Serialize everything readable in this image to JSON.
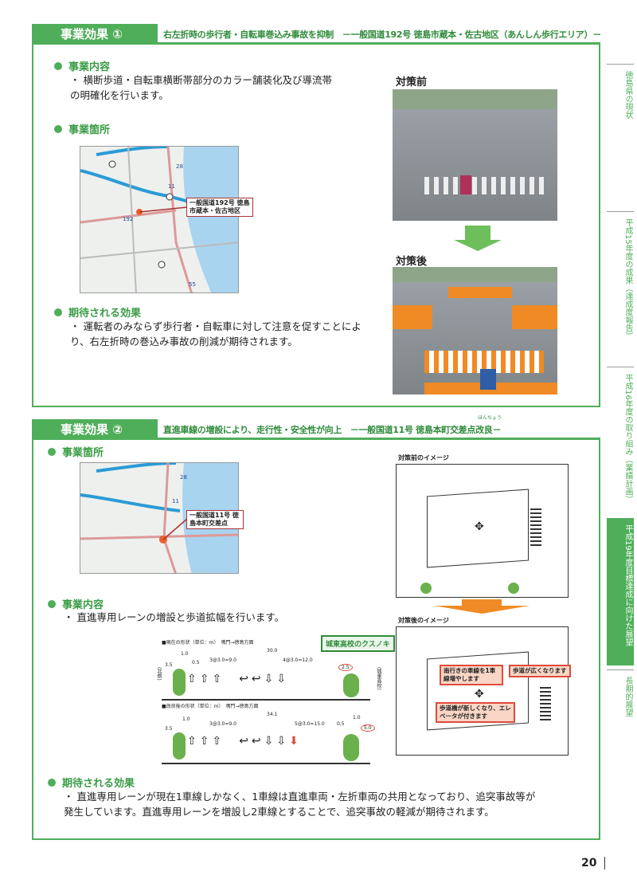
{
  "section1": {
    "tab": "事業効果 ①",
    "title": "右左折時の歩行者・自転車巻込み事故を抑制　－一般国道192号 徳島市蔵本・佐古地区（あんしん歩行エリア）－",
    "content_heading": "事業内容",
    "content_text": "・ 横断歩道・自転車横断帯部分のカラー舗装化及び導流帯の明確化を行います。",
    "location_heading": "事業箇所",
    "map_label": "一般国道192号 徳島市蔵本・佐古地区",
    "map_route_labels": [
      "192",
      "11",
      "28",
      "55"
    ],
    "effect_heading": "期待される効果",
    "effect_text": "・ 運転者のみならず歩行者・自転車に対して注意を促すことにより、右左折時の巻込み事故の削減が期待されます。",
    "before_label": "対策前",
    "after_label": "対策後"
  },
  "section2": {
    "tab": "事業効果 ②",
    "title": "直進車線の増設により、走行性・安全性が向上　－一般国道11号 徳島本町交差点改良－",
    "ruby": "ほんちょう",
    "location_heading": "事業箇所",
    "map_label": "一般国道11号 徳島本町交差点",
    "map_route_labels": [
      "28",
      "11"
    ],
    "content_heading": "事業内容",
    "content_text": "・ 直進専用レーンの増設と歩道拡幅を行います。",
    "effect_heading": "期待される効果",
    "effect_text": "・ 直進専用レーンが現在1車線しかなく、1車線は直進車両・左折車両の共用となっており、追突事故等が発生しています。直進専用レーンを増設し2車線とすることで、追突事故の軽減が期待されます。",
    "before_image_label": "対策前のイメージ",
    "after_image_label": "対策後のイメージ",
    "callouts": [
      "南行きの車線を1車線増やします",
      "歩道が広くなります",
      "歩道橋が新しくなり、エレベータが付きます"
    ],
    "cross_section": {
      "tree_label": "城東高校のクスノキ",
      "current_title": "■現在の形状（単位：m）　鳴門→徳島方面",
      "improved_title": "■改良後の形状（単位：m）　鳴門→徳島方面",
      "current_total": "30.0",
      "improved_total": "34.1",
      "current_lanes_a": "3@3.0=9.0",
      "current_lanes_b": "4@3.0=12.0",
      "improved_lanes_a": "3@3.0=9.0",
      "improved_lanes_b": "5@3.0=15.0",
      "dims": [
        "1.0",
        "0.5",
        "3.5",
        "1.0",
        "0.5",
        "1.0"
      ],
      "current_sidewalk": "2.5",
      "improved_sidewalk": "5.0",
      "left_side": "(北側)",
      "right_side": "(城東高校)"
    }
  },
  "side_tabs": [
    "徳島県の現状",
    "平成15年度の成果（達成度報告）",
    "平成16年度の取り組み（業績計画）",
    "平成19年度目標達成に向けた展望",
    "長期的展望"
  ],
  "page_number": "20",
  "colors": {
    "green": "#4fae5a",
    "orange": "#f08a24",
    "red": "#e04b3a"
  }
}
